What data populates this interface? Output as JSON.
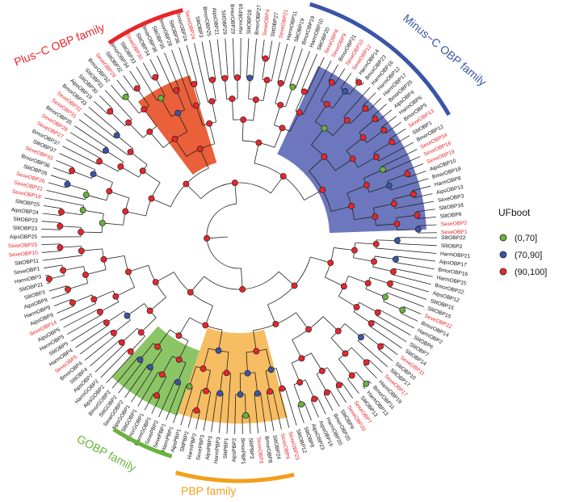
{
  "colors": {
    "branch": "#222222",
    "highlight_text": "#e8262a",
    "plain_text": "#111111",
    "plus_c": "#e8262a",
    "minus_c": "#3a55a6",
    "gobp": "#6ab23c",
    "pbp": "#f29f1c",
    "plus_c_fill": "#e9603a",
    "minus_c_fill": "#6c77bd",
    "gobp_fill": "#8cc565",
    "pbp_fill": "#f6bd62"
  },
  "families": {
    "plus_c": "Plus−C OBP family",
    "minus_c": "Minus−C OBP family",
    "gobp": "GOBP family",
    "pbp": "PBP family"
  },
  "legend": {
    "title": "UFboot",
    "items": [
      {
        "label": "(0,70]",
        "color": "#6ab23c"
      },
      {
        "label": "(70,90]",
        "color": "#3a55a6"
      },
      {
        "label": "(90,100]",
        "color": "#e8262a"
      }
    ]
  },
  "tips": [
    {
      "label": "SlitOBP22",
      "red": false
    },
    {
      "label": "SlitOBP2",
      "red": false
    },
    {
      "label": "HarmOBP21",
      "red": false
    },
    {
      "label": "AipsOBP17",
      "red": false
    },
    {
      "label": "BmorOBP16",
      "red": false
    },
    {
      "label": "HarmOBP15",
      "red": false
    },
    {
      "label": "BmorOBP22",
      "red": false
    },
    {
      "label": "AipsOBP12",
      "red": false
    },
    {
      "label": "SlitOBP15",
      "red": false
    },
    {
      "label": "SlitOBP15",
      "red": false
    },
    {
      "label": "SexeOBP22",
      "red": true
    },
    {
      "label": "BmorOBP14",
      "red": false
    },
    {
      "label": "HarmOBP2",
      "red": false
    },
    {
      "label": "SlitOBP6",
      "red": false
    },
    {
      "label": "SlitOBP7",
      "red": false
    },
    {
      "label": "SlitOBP14",
      "red": false
    },
    {
      "label": "SexeOBP11",
      "red": true
    },
    {
      "label": "SlitOBP10",
      "red": false
    },
    {
      "label": "SlitOBP17",
      "red": false
    },
    {
      "label": "SexeOBP17",
      "red": true
    },
    {
      "label": "HarmOBP19",
      "red": false
    },
    {
      "label": "BmorOBP11",
      "red": false
    },
    {
      "label": "HarmOBP13",
      "red": false
    },
    {
      "label": "SlitOBP13",
      "red": false
    },
    {
      "label": "SexeOBP7",
      "red": true
    },
    {
      "label": "SexeOBP20",
      "red": true
    },
    {
      "label": "SlitOBP9",
      "red": false
    },
    {
      "label": "BmorOBP20",
      "red": false
    },
    {
      "label": "HarmOBP20",
      "red": false
    },
    {
      "label": "AipsOBP16",
      "red": false
    },
    {
      "label": "AipsOBP23",
      "red": false
    },
    {
      "label": "SlitOBP8",
      "red": false
    },
    {
      "label": "SlitOBP12",
      "red": false
    },
    {
      "label": "SexeOBP23",
      "red": true
    },
    {
      "label": "SexeOBP6",
      "red": true
    },
    {
      "label": "SlitOBP24",
      "red": false
    },
    {
      "label": "BmorOBP8",
      "red": false
    },
    {
      "label": "SexeOBP3",
      "red": true
    },
    {
      "label": "SlitPBP3",
      "red": false
    },
    {
      "label": "BmorPBP1",
      "red": false
    },
    {
      "label": "AipsPBP2",
      "red": false
    },
    {
      "label": "SlitPBP1",
      "red": false
    },
    {
      "label": "HarmPBP3",
      "red": false
    },
    {
      "label": "AipsPBP3",
      "red": false
    },
    {
      "label": "SexePBP3",
      "red": false
    },
    {
      "label": "HarmPBP2",
      "red": false
    },
    {
      "label": "SlitPBP2",
      "red": false
    },
    {
      "label": "AipsPBP1",
      "red": false
    },
    {
      "label": "HarmPBP1",
      "red": false
    },
    {
      "label": "SexePBP1",
      "red": false
    },
    {
      "label": "SexePBP2",
      "red": false
    },
    {
      "label": "HarmGOBP1",
      "red": false
    },
    {
      "label": "BmorGOBP1",
      "red": false
    },
    {
      "label": "SlitGOBP1",
      "red": false
    },
    {
      "label": "AipsGOBP1",
      "red": false
    },
    {
      "label": "SexeGOBP2",
      "red": false
    },
    {
      "label": "SlitGOBP2",
      "red": false
    },
    {
      "label": "BmorGOBP2",
      "red": false
    },
    {
      "label": "AipsGOBP2",
      "red": false
    },
    {
      "label": "HarmGOBP2",
      "red": false
    },
    {
      "label": "AipsOBP7",
      "red": false
    },
    {
      "label": "SlitOBP4",
      "red": false
    },
    {
      "label": "BmorOBP4",
      "red": false
    },
    {
      "label": "SexeOBP5",
      "red": true
    },
    {
      "label": "HarmOBP4",
      "red": false
    },
    {
      "label": "SlitOBP5",
      "red": false
    },
    {
      "label": "HarmOBP5",
      "red": false
    },
    {
      "label": "AipsOBP5",
      "red": false
    },
    {
      "label": "SexeOBP14",
      "red": true
    },
    {
      "label": "AipsOBP9",
      "red": false
    },
    {
      "label": "HarmOBP9",
      "red": false
    },
    {
      "label": "AipsOBP8",
      "red": false
    },
    {
      "label": "SlitOBP3",
      "red": false
    },
    {
      "label": "SlitOBP21",
      "red": false
    },
    {
      "label": "HarmOBP3",
      "red": false
    },
    {
      "label": "SexeOBP1",
      "red": false
    },
    {
      "label": "SlitOBP11",
      "red": false
    },
    {
      "label": "SexeOBP15",
      "red": true
    },
    {
      "label": "SexeOBP25",
      "red": true
    },
    {
      "label": "AipsOBP25",
      "red": false
    },
    {
      "label": "SlitOBP23",
      "red": false
    },
    {
      "label": "SlitOBP23",
      "red": false
    },
    {
      "label": "AipsOBP24",
      "red": false
    },
    {
      "label": "SlitOBP25",
      "red": false
    },
    {
      "label": "SexeOBP18",
      "red": true
    },
    {
      "label": "SexeOBP21",
      "red": true
    },
    {
      "label": "SexeOBP26",
      "red": true
    },
    {
      "label": "SlitOBP26",
      "red": false
    },
    {
      "label": "BmorOBP36",
      "red": false
    },
    {
      "label": "SexeOBP33",
      "red": true
    },
    {
      "label": "SlitOBP37",
      "red": false
    },
    {
      "label": "BmorOBP37",
      "red": false
    },
    {
      "label": "SexeOBP27",
      "red": true
    },
    {
      "label": "SexeOBP28",
      "red": true
    },
    {
      "label": "BmorOBP35",
      "red": false
    },
    {
      "label": "SexeOBP31",
      "red": true
    },
    {
      "label": "SexeOBP32",
      "red": true
    },
    {
      "label": "BmorOBP33",
      "red": false
    },
    {
      "label": "AipsOBP19",
      "red": false
    },
    {
      "label": "SlitOBP30",
      "red": false
    },
    {
      "label": "SlitOBP31",
      "red": false
    },
    {
      "label": "BmorOBP32",
      "red": false
    },
    {
      "label": "SexeOBP29",
      "red": true
    },
    {
      "label": "SlitOBP32",
      "red": false
    },
    {
      "label": "BmorOBP34",
      "red": false
    },
    {
      "label": "SlitOBP33",
      "red": false
    },
    {
      "label": "SexeOBP30",
      "red": true
    },
    {
      "label": "SlitOBP34",
      "red": false
    },
    {
      "label": "BmorOBP38",
      "red": false
    },
    {
      "label": "SlitOBP35",
      "red": false
    },
    {
      "label": "BmorOBP28",
      "red": false
    },
    {
      "label": "SlitOBP36",
      "red": false
    },
    {
      "label": "BmorOBP24",
      "red": false
    },
    {
      "label": "SexeOBP24",
      "red": true
    },
    {
      "label": "SlitOBP3",
      "red": false
    },
    {
      "label": "BmorOBP25",
      "red": false
    },
    {
      "label": "AipsOBP21",
      "red": false
    },
    {
      "label": "SlitOBP29",
      "red": false
    },
    {
      "label": "BmorOBP29",
      "red": false
    },
    {
      "label": "HarmOBP18",
      "red": false
    },
    {
      "label": "SlitOBP28",
      "red": false
    },
    {
      "label": "BmorOBP27",
      "red": false
    },
    {
      "label": "SexeOBP4",
      "red": true
    },
    {
      "label": "SlitOBP27",
      "red": false
    },
    {
      "label": "SexeOBP21",
      "red": true
    },
    {
      "label": "HarmOBP11",
      "red": false
    },
    {
      "label": "SlitOBP19",
      "red": false
    },
    {
      "label": "BmorOBP19",
      "red": false
    },
    {
      "label": "HarmOBP10",
      "red": false
    },
    {
      "label": "SlitOBP20",
      "red": false
    },
    {
      "label": "SexeOBP8",
      "red": true
    },
    {
      "label": "SexeOBP9",
      "red": true
    },
    {
      "label": "BmorOBP21",
      "red": false
    },
    {
      "label": "SexeOBP10",
      "red": true
    },
    {
      "label": "SexeOBP12",
      "red": true
    },
    {
      "label": "HarmOBP14",
      "red": false
    },
    {
      "label": "BmorOBP23",
      "red": false
    },
    {
      "label": "HarmOBP16",
      "red": false
    },
    {
      "label": "HarmOBP12",
      "red": false
    },
    {
      "label": "HarmOBP17",
      "red": false
    },
    {
      "label": "BmorOBP26",
      "red": false
    },
    {
      "label": "AipsOBP4",
      "red": false
    },
    {
      "label": "HarmOBP6",
      "red": false
    },
    {
      "label": "BmorOBP5",
      "red": false
    },
    {
      "label": "SexeOBP13",
      "red": true
    },
    {
      "label": "SlitOBP1",
      "red": false
    },
    {
      "label": "BmorOBP12",
      "red": false
    },
    {
      "label": "SexeOBP34",
      "red": true
    },
    {
      "label": "SexeOBP16",
      "red": true
    },
    {
      "label": "SexeOBP19",
      "red": true
    },
    {
      "label": "AipsOBP10",
      "red": false
    },
    {
      "label": "BmorOBP18",
      "red": false
    },
    {
      "label": "HarmOBP8",
      "red": false
    },
    {
      "label": "AipsOBP13",
      "red": false
    },
    {
      "label": "SexeOBP3",
      "red": false
    },
    {
      "label": "SlitOBP18",
      "red": false
    },
    {
      "label": "SlitOBP8",
      "red": false
    },
    {
      "label": "SexeOBP2",
      "red": true
    },
    {
      "label": "SexeOBP1",
      "red": true
    }
  ]
}
